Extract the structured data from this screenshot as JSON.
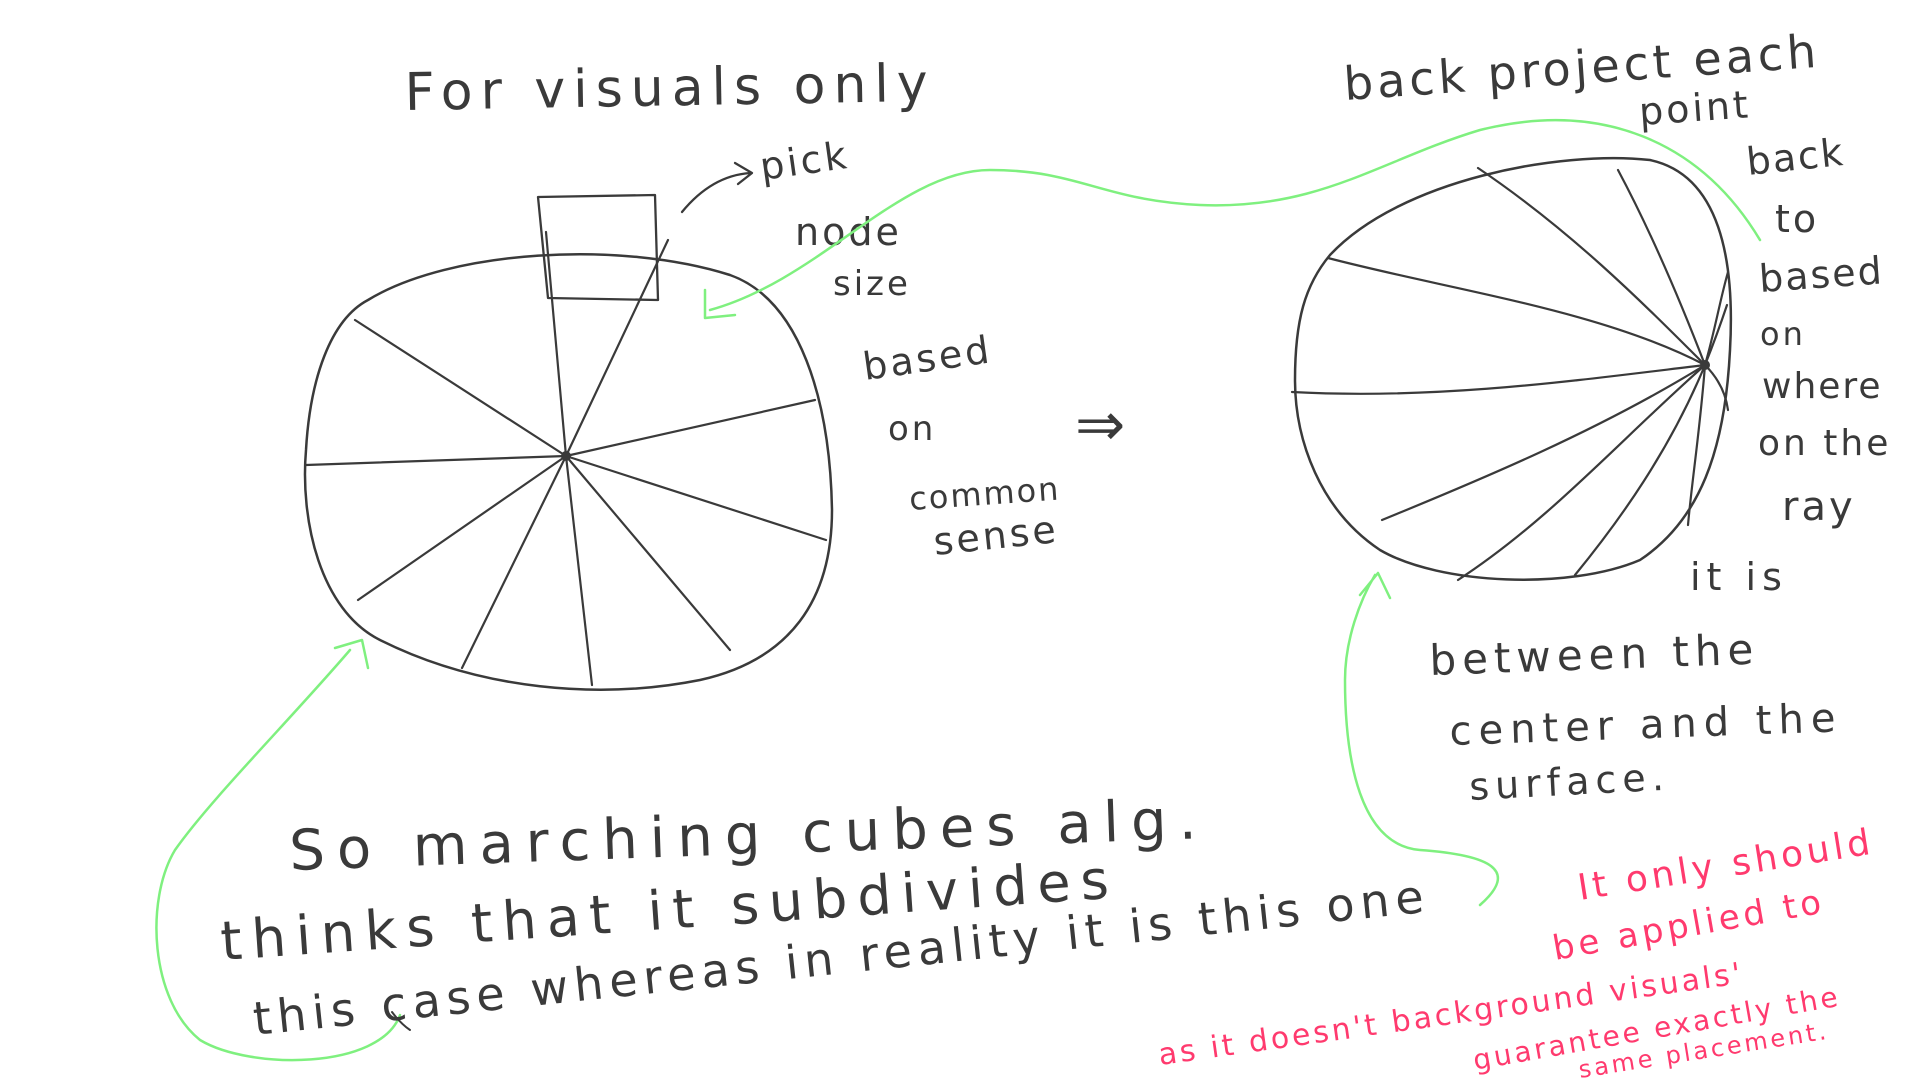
{
  "colors": {
    "ink": "#3a3a3a",
    "green": "#7ff07f",
    "red": "#ff3a6e",
    "background": "#ffffff"
  },
  "left_panel": {
    "title": "For visuals only",
    "node_note": [
      "pick",
      "node",
      "size"
    ],
    "common_sense_note": [
      "based",
      "on",
      "common",
      "sense"
    ],
    "arrow_symbol": "⇒"
  },
  "right_panel": {
    "header": [
      "back project each",
      "point"
    ],
    "side_note": [
      "back",
      "to",
      "based",
      "on",
      "where",
      "on the",
      "ray"
    ],
    "bottom_note": [
      "it is",
      "between  the",
      "center  and  the",
      "surface."
    ]
  },
  "bottom_text": {
    "line1": "So  marching  cubes  alg.",
    "line2": "thinks  that   it  subdivides",
    "line3": "this   case  whereas  in  reality  it  is  this  one"
  },
  "red_note": {
    "lines": [
      "It  only  should",
      "be  applied  to",
      "as it doesn't  background  visuals'",
      "guarantee  exactly  the",
      "same  placement."
    ]
  }
}
